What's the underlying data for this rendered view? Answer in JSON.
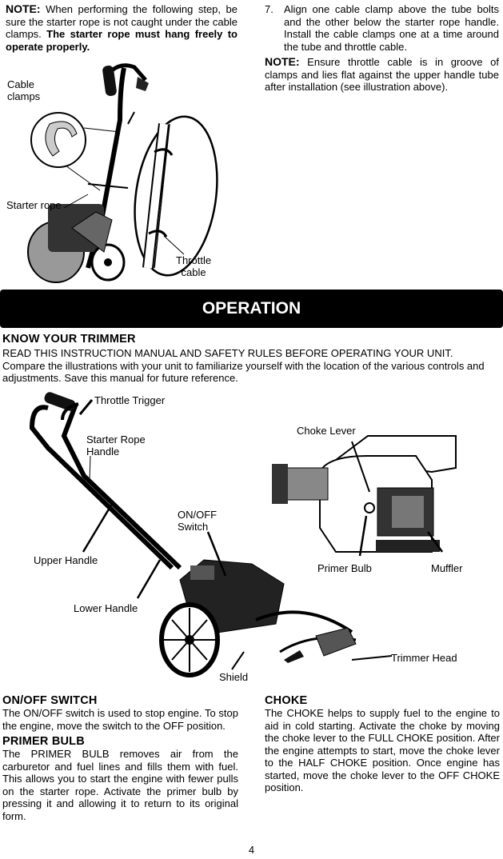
{
  "top_left": {
    "note_label": "NOTE:",
    "note_text": " When performing the following step, be sure the starter rope is not caught under the cable clamps. ",
    "note_bold": "The starter rope must hang freely to operate properly."
  },
  "top_right": {
    "step_number": "7.",
    "step_text": "Align one cable clamp above the tube bolts and the other below the starter rope handle. Install the cable clamps one at a time around the tube and throttle cable.",
    "note_label": "NOTE:",
    "note_text": " Ensure throttle cable is in groove of clamps and lies flat against the upper handle tube after installation (see illustration above)."
  },
  "fig1": {
    "cable_clamps_1": "Cable",
    "cable_clamps_2": "clamps",
    "starter_rope": "Starter rope",
    "throttle_1": "Throttle",
    "throttle_2": "cable"
  },
  "banner": "OPERATION",
  "know": {
    "heading": "KNOW YOUR TRIMMER",
    "line1": "READ THIS INSTRUCTION MANUAL AND SAFETY RULES BEFORE OPERATING YOUR UNIT.",
    "text": "Compare the illustrations with your unit to familiarize yourself with the location of the various controls and adjustments. Save this manual for future reference."
  },
  "fig2": {
    "throttle_trigger": "Throttle Trigger",
    "starter_rope_1": "Starter Rope",
    "starter_rope_2": "Handle",
    "onoff_1": "ON/OFF",
    "onoff_2": "Switch",
    "upper_handle": "Upper Handle",
    "lower_handle": "Lower Handle",
    "shield": "Shield",
    "trimmer_head": "Trimmer Head",
    "choke_lever": "Choke Lever",
    "primer_bulb": "Primer Bulb",
    "muffler": "Muffler"
  },
  "onoff": {
    "heading": "ON/OFF SWITCH",
    "text": "The ON/OFF switch is used to stop engine. To stop the engine, move the switch to the OFF position."
  },
  "primer": {
    "heading": "PRIMER BULB",
    "text": "The PRIMER BULB removes air from the carburetor and fuel lines and fills them with fuel. This allows you to start the engine with fewer pulls on the starter rope. Activate the primer bulb by pressing it and allowing it to return to its original form."
  },
  "choke": {
    "heading": "CHOKE",
    "text": "The CHOKE helps to supply fuel to the engine to aid in cold starting. Activate the choke by moving the choke lever to the FULL CHOKE position. After the engine attempts to start, move the choke lever to the HALF CHOKE position. Once engine has started, move the choke lever to the OFF CHOKE position."
  },
  "page_number": "4"
}
